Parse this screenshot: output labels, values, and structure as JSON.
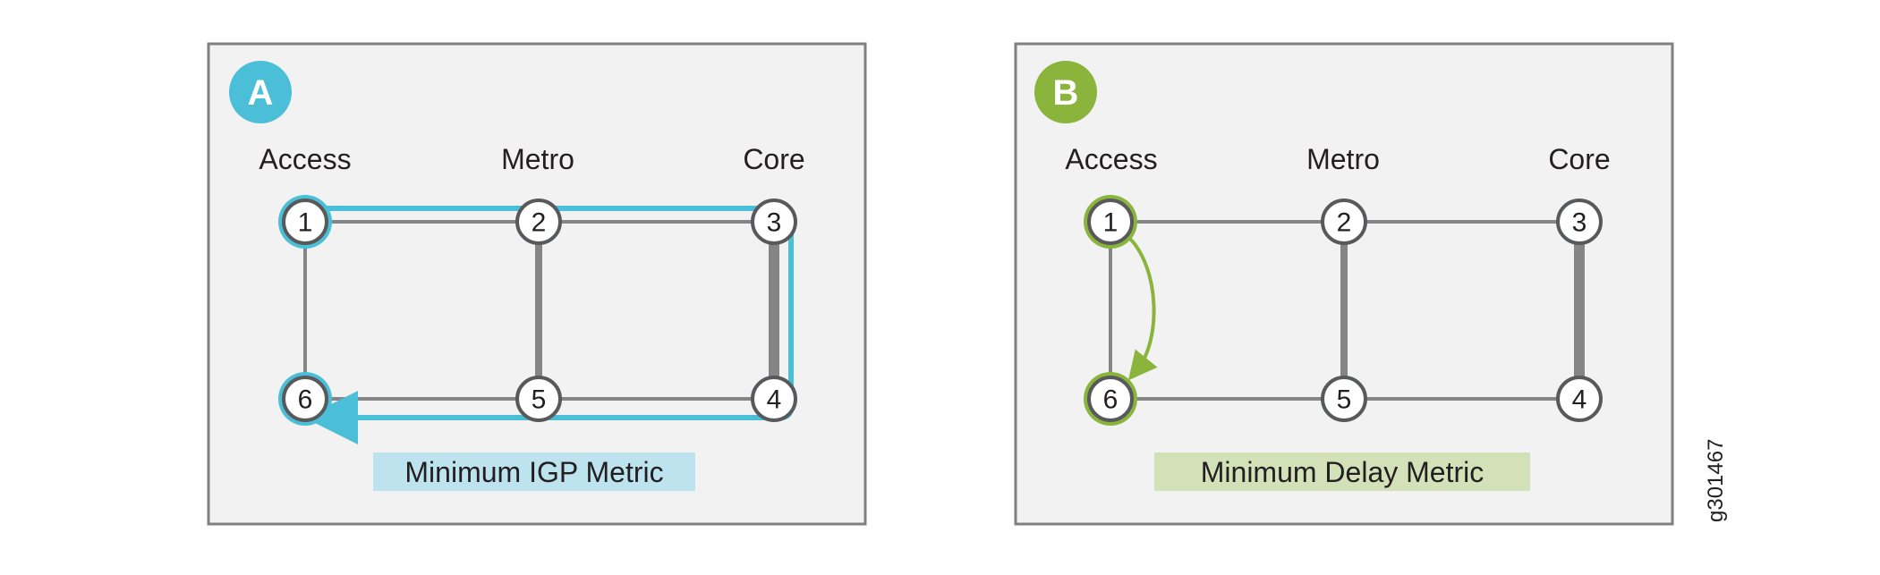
{
  "colors": {
    "panel_a_accent": "#4bbfd8",
    "panel_a_label_bg": "#bde3ee",
    "panel_b_accent": "#8ab43c",
    "panel_b_label_bg": "#d3e1b8",
    "link": "#858585",
    "node_stroke": "#58595b"
  },
  "figure_id": "g301467",
  "panels": [
    {
      "badge": "A",
      "columns": [
        "Access",
        "Metro",
        "Core"
      ],
      "metric_label": "Minimum IGP Metric",
      "nodes": [
        "1",
        "2",
        "3",
        "4",
        "5",
        "6"
      ],
      "highlighted_nodes": [
        "1",
        "6"
      ],
      "path": [
        "1",
        "2",
        "3",
        "4",
        "5",
        "6"
      ]
    },
    {
      "badge": "B",
      "columns": [
        "Access",
        "Metro",
        "Core"
      ],
      "metric_label": "Minimum Delay Metric",
      "nodes": [
        "1",
        "2",
        "3",
        "4",
        "5",
        "6"
      ],
      "highlighted_nodes": [
        "1",
        "6"
      ],
      "path": [
        "1",
        "6"
      ]
    }
  ],
  "links": [
    {
      "from": "1",
      "to": "2",
      "weight": "thin"
    },
    {
      "from": "2",
      "to": "3",
      "weight": "thin"
    },
    {
      "from": "6",
      "to": "5",
      "weight": "thin"
    },
    {
      "from": "5",
      "to": "4",
      "weight": "thin"
    },
    {
      "from": "1",
      "to": "6",
      "weight": "thin"
    },
    {
      "from": "2",
      "to": "5",
      "weight": "medium"
    },
    {
      "from": "3",
      "to": "4",
      "weight": "thick"
    }
  ]
}
